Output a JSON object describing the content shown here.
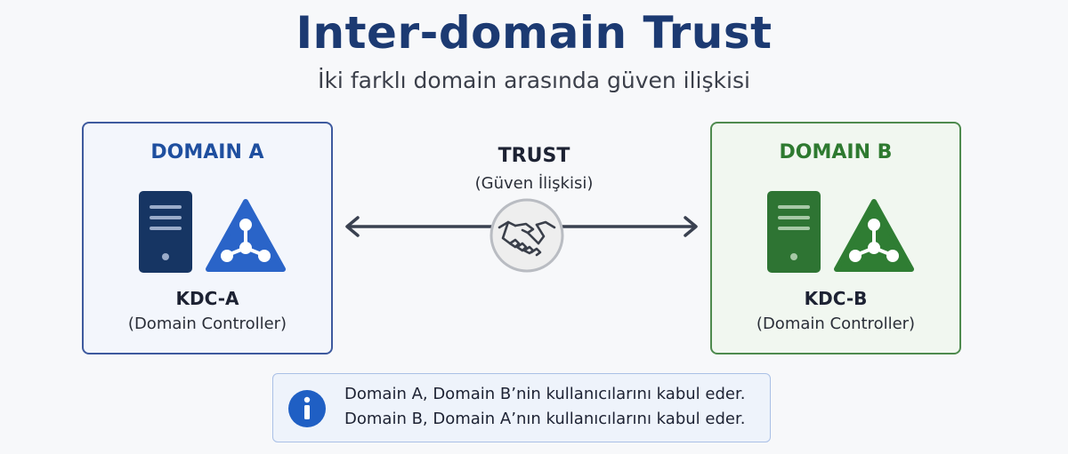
{
  "header": {
    "title": "Inter-domain Trust",
    "subtitle": "İki farklı domain arasında güven ilişkisi"
  },
  "domain_a": {
    "title": "DOMAIN A",
    "kdc_name": "KDC-A",
    "kdc_role": "(Domain Controller)",
    "color": "#1f4f9f",
    "icons": [
      "server-icon",
      "network-triangle-icon"
    ]
  },
  "domain_b": {
    "title": "DOMAIN B",
    "kdc_name": "KDC-B",
    "kdc_role": "(Domain Controller)",
    "color": "#2e7a30",
    "icons": [
      "server-icon",
      "network-triangle-icon"
    ]
  },
  "trust": {
    "label": "TRUST",
    "sublabel": "(Güven İlişkisi)",
    "icons": [
      "double-arrow-icon",
      "handshake-icon"
    ]
  },
  "info": {
    "icon": "info-icon",
    "lines": [
      "Domain A, Domain B’nin kullanıcılarını kabul eder.",
      "Domain B, Domain A’nın kullanıcılarını kabul eder."
    ]
  }
}
